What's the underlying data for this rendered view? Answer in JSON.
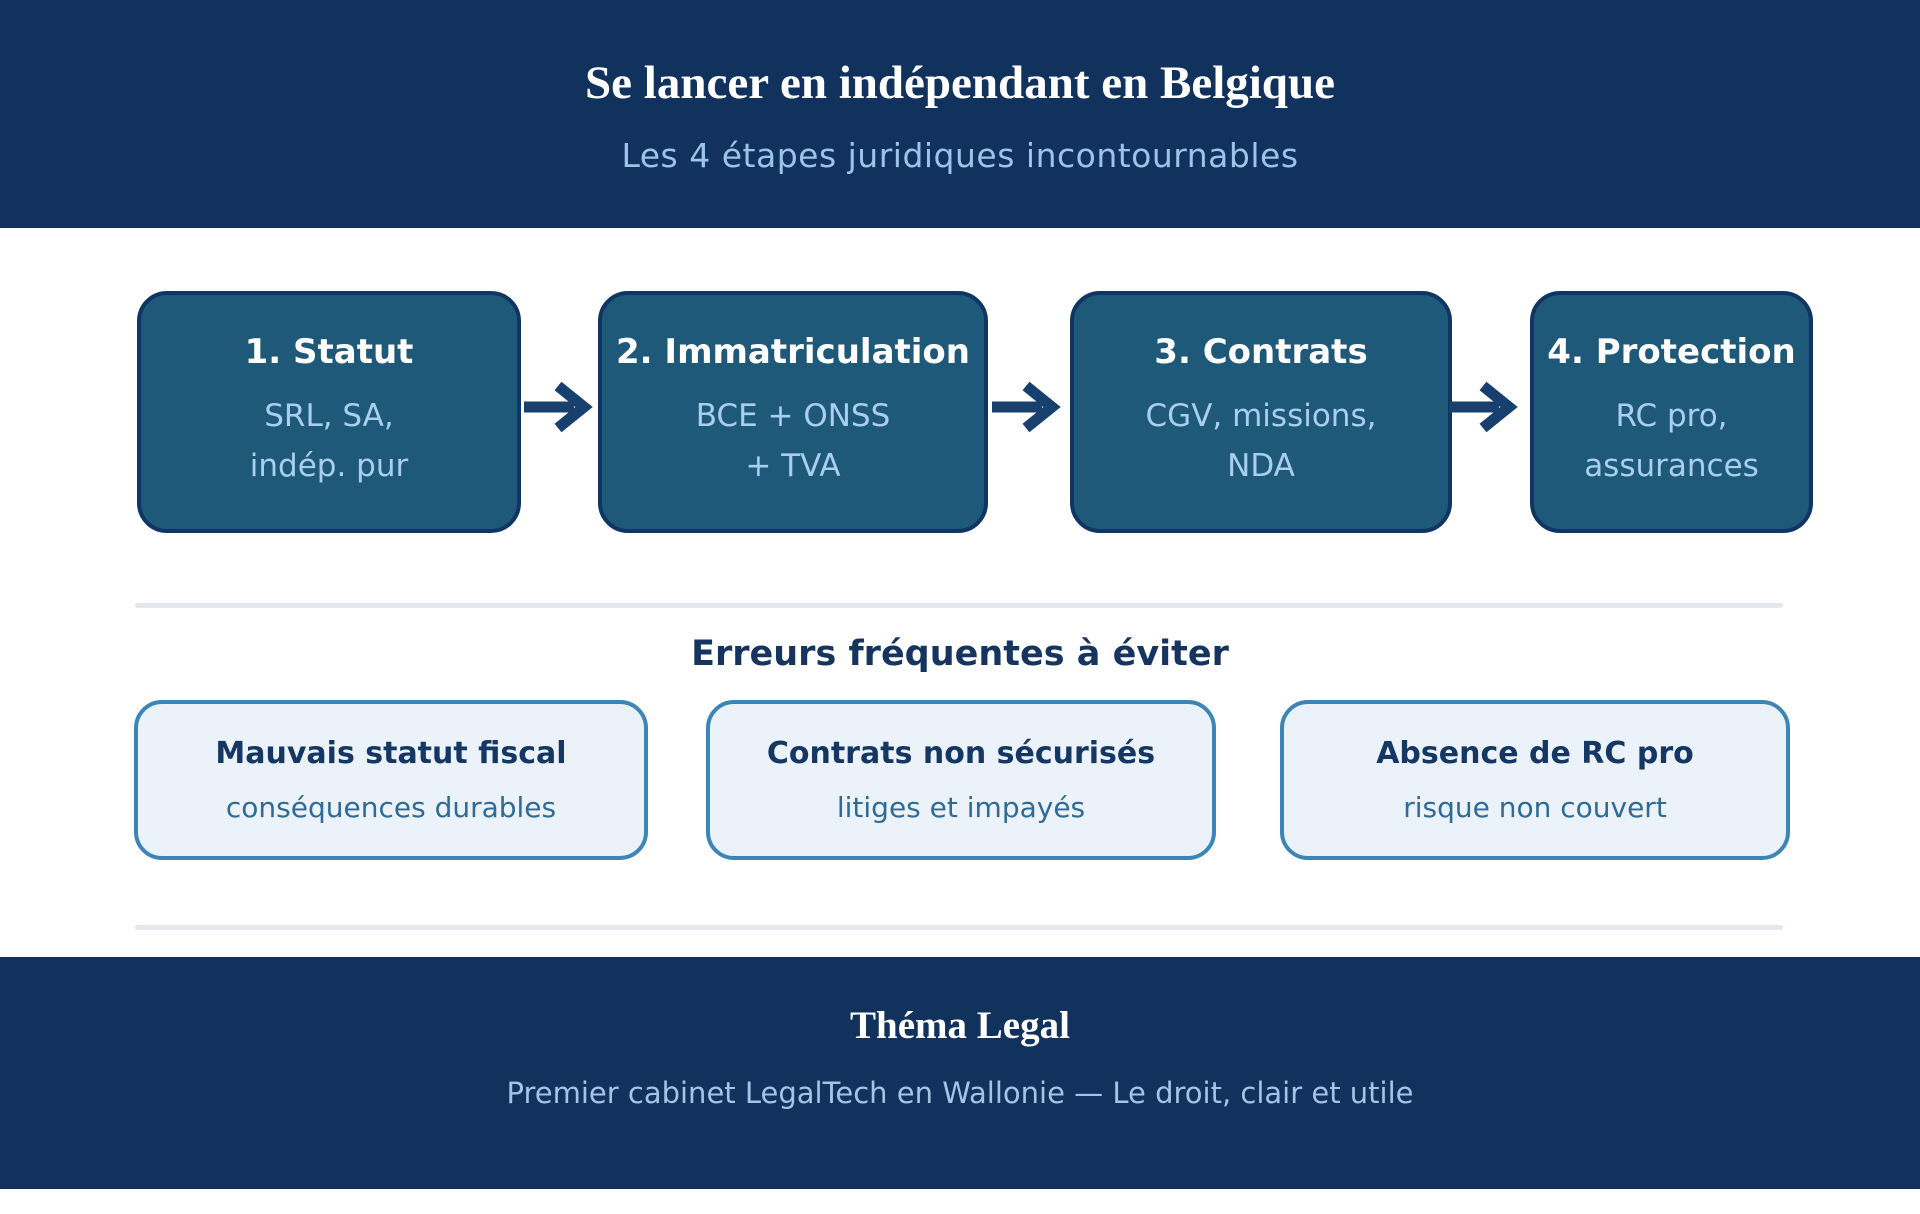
{
  "header": {
    "title": "Se lancer en indépendant en Belgique",
    "subtitle": "Les 4 étapes juridiques incontournables"
  },
  "steps": [
    {
      "title": "1. Statut",
      "line1": "SRL, SA,",
      "line2": "indép. pur"
    },
    {
      "title": "2. Immatriculation",
      "line1": "BCE + ONSS",
      "line2": "+ TVA"
    },
    {
      "title": "3. Contrats",
      "line1": "CGV, missions,",
      "line2": "NDA"
    },
    {
      "title": "4. Protection",
      "line1": "RC pro,",
      "line2": "assurances"
    }
  ],
  "errors_section": {
    "heading": "Erreurs fréquentes à éviter"
  },
  "errors": [
    {
      "title": "Mauvais statut fiscal",
      "subtitle": "conséquences durables"
    },
    {
      "title": "Contrats non sécurisés",
      "subtitle": "litiges et impayés"
    },
    {
      "title": "Absence de RC pro",
      "subtitle": "risque non couvert"
    }
  ],
  "footer": {
    "brand": "Théma Legal",
    "tagline": "Premier cabinet LegalTech en Wallonie — Le droit, clair et utile"
  },
  "colors": {
    "band_navy": "#12325E",
    "step_fill": "#1F5979",
    "step_border": "#0F3663",
    "step_text": "#A9CEEF",
    "header_subtitle": "#9CC3EA",
    "arrow": "#17406F",
    "divider": "#E3E8EE",
    "section_heading": "#15345F",
    "error_fill": "#EBF2FA",
    "error_border": "#3C85B8",
    "error_title": "#143763",
    "error_text": "#2E6B96",
    "footer_tagline": "#A5C3E6"
  }
}
